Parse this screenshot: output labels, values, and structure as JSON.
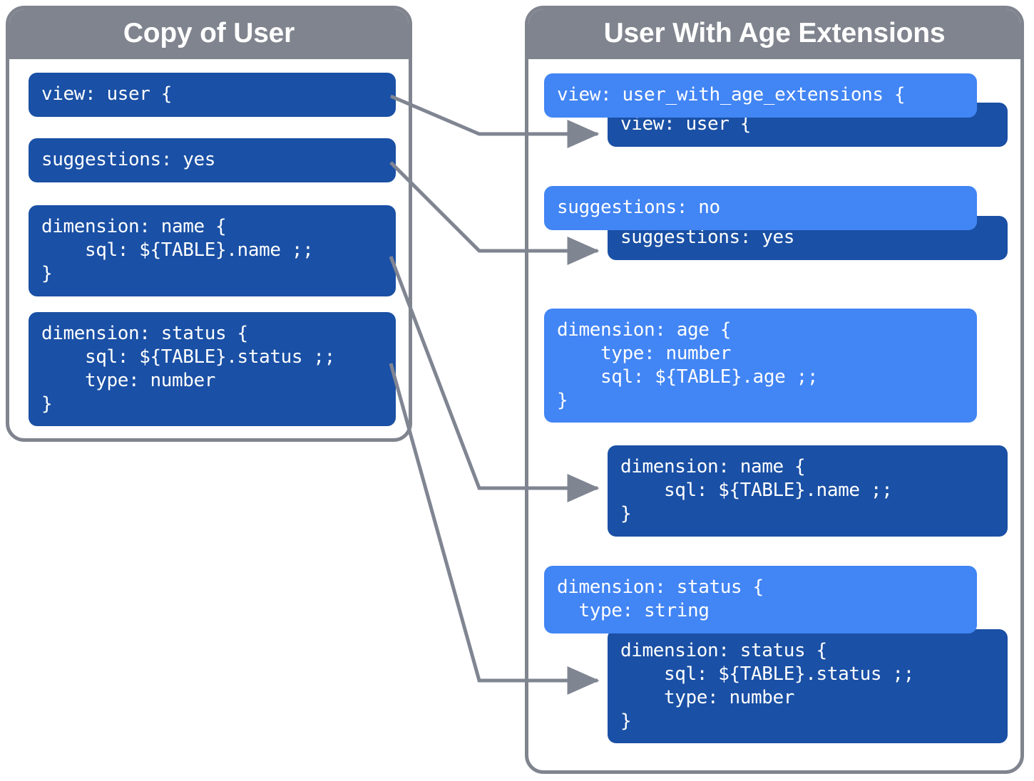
{
  "panels": {
    "left": {
      "title": "Copy of User",
      "blocks": [
        {
          "name": "view-block",
          "tone": "dark",
          "code": "view: user {"
        },
        {
          "name": "suggestions-block",
          "tone": "dark",
          "code": "suggestions: yes"
        },
        {
          "name": "dimension-name-block",
          "tone": "dark",
          "code": "dimension: name {\n    sql: ${TABLE}.name ;;\n}"
        },
        {
          "name": "dimension-status-block",
          "tone": "dark",
          "code": "dimension: status {\n    sql: ${TABLE}.status ;;\n    type: number\n}"
        }
      ]
    },
    "right": {
      "title": "User With Age Extensions",
      "blocks": [
        {
          "name": "view-extension-block",
          "tone": "light",
          "code": "view: user_with_age_extensions {"
        },
        {
          "name": "view-inherited-block",
          "tone": "dark",
          "code": "view: user {"
        },
        {
          "name": "suggestions-override-block",
          "tone": "light",
          "code": "suggestions: no"
        },
        {
          "name": "suggestions-inherited-block",
          "tone": "dark",
          "code": "suggestions: yes"
        },
        {
          "name": "dimension-age-block",
          "tone": "light",
          "code": "dimension: age {\n    type: number\n    sql: ${TABLE}.age ;;\n}"
        },
        {
          "name": "dimension-name-inherited-block",
          "tone": "dark",
          "code": "dimension: name {\n    sql: ${TABLE}.name ;;\n}"
        },
        {
          "name": "dimension-status-override-block",
          "tone": "light",
          "code": "dimension: status {\n  type: string"
        },
        {
          "name": "dimension-status-inherited-block",
          "tone": "dark",
          "code": "dimension: status {\n    sql: ${TABLE}.status ;;\n    type: number\n}"
        }
      ]
    }
  },
  "connections": [
    {
      "name": "connector-view",
      "from": "left.view-block",
      "to": "right.view-inherited-block"
    },
    {
      "name": "connector-suggestions",
      "from": "left.suggestions-block",
      "to": "right.suggestions-inherited-block"
    },
    {
      "name": "connector-dimension-name",
      "from": "left.dimension-name-block",
      "to": "right.dimension-name-inherited-block"
    },
    {
      "name": "connector-dimension-status",
      "from": "left.dimension-status-block",
      "to": "right.dimension-status-inherited-block"
    }
  ],
  "colors": {
    "header_gray": "#80848e",
    "block_dark_blue": "#1a50a5",
    "block_light_blue": "#4285f4",
    "connector_gray": "#808592",
    "background": "#ffffff"
  }
}
